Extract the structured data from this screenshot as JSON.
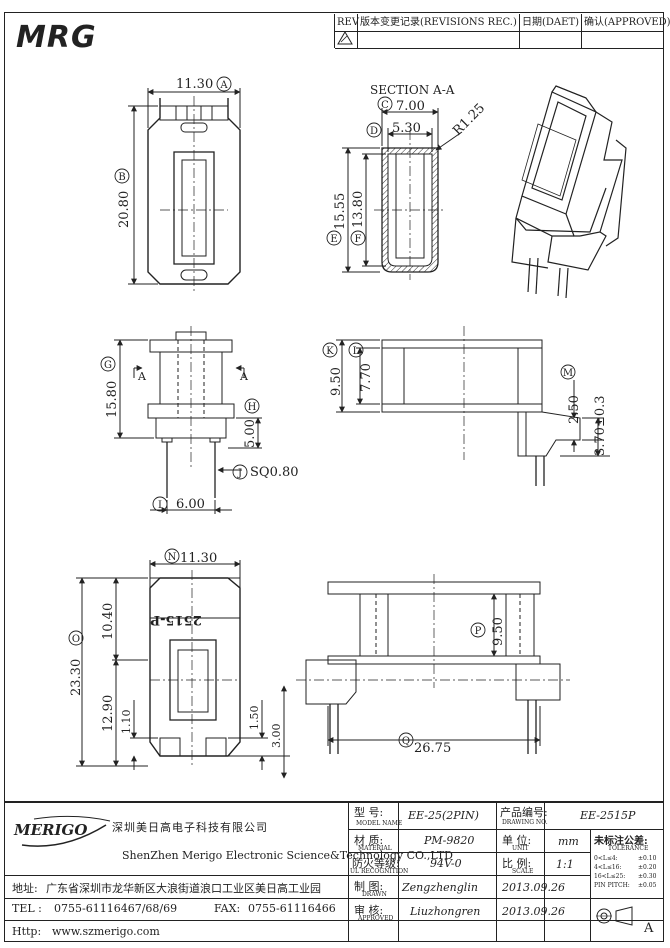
{
  "logo_text": "MRG",
  "revision_table": {
    "headers": {
      "rev": "REV",
      "record": "版本变更记录(REVISIONS REC.)",
      "date": "日期(DAET)",
      "approved": "确认(APPROVED)"
    }
  },
  "section_title": "SECTION A-A",
  "part_marking": "2515-P",
  "dimensions": {
    "A": "11.30",
    "B": "20.80",
    "C": "7.00",
    "D": "5.30",
    "R": "R1.25",
    "E": "13.80",
    "F": "15.55",
    "G": "15.80",
    "H": "5.00",
    "I": "6.00",
    "J": "SQ0.80",
    "K": "9.50",
    "L": "7.70",
    "M": "2.50",
    "M2": "3.70±0.3",
    "N": "11.30",
    "O": "23.30",
    "O_upper": "10.40",
    "O_lower": "12.90",
    "small_a": "1.10",
    "small_b": "1.50",
    "small_c": "3.00",
    "P": "9.50",
    "Q": "26.75"
  },
  "section_markers": {
    "left": "A",
    "right": "A"
  },
  "title_block": {
    "company_logo": "MERIGO",
    "company_cn": "深圳美日高电子科技有限公司",
    "company_en": "ShenZhen Merigo Electronic Science&Technology CO.,LTD",
    "address_label": "地址:",
    "address": "广东省深圳市龙华新区大浪街道浪口工业区美日高工业园",
    "tel_label": "TEL :",
    "tel": "0755-61116467/68/69",
    "fax_label": "FAX:",
    "fax": "0755-61116466",
    "http_label": "Http:",
    "website": "www.szmerigo.com",
    "model_label_cn": "型 号:",
    "model_label_en": "MODEL NAME",
    "model": "EE-25(2PIN)",
    "drawing_no_label_cn": "产品编号:",
    "drawing_no_label_en": "DRAWING NO.",
    "drawing_no": "EE-2515P",
    "material_label_cn": "材 质:",
    "material_label_en": "MATERIAL",
    "material": "PM-9820",
    "unit_label_cn": "单 位:",
    "unit_label_en": "UNIT",
    "unit": "mm",
    "flammability_label_cn": "防火等级:",
    "flammability_label_en": "UL RECOGNITION",
    "flammability": "94V-0",
    "scale_label_cn": "比 例:",
    "scale_label_en": "SCALE",
    "scale": "1:1",
    "drawn_label_cn": "制 图:",
    "drawn_label_en": "DRAWN",
    "drawn_by": "Zengzhenglin",
    "drawn_date": "2013.09.26",
    "approved_label_cn": "审 核:",
    "approved_label_en": "APPROVED",
    "approved_by": "Liuzhongren",
    "approved_date": "2013.09.26",
    "tolerance_title": "未标注公差:",
    "tolerance_en": "TOLERANCE",
    "tolerance_rows": [
      {
        "range": "0<L≤4:",
        "value": "±0.10"
      },
      {
        "range": "4<L≤16:",
        "value": "±0.20"
      },
      {
        "range": "16<L≤25:",
        "value": "±0.30"
      },
      {
        "range": "PIN PITCH:",
        "value": "±0.05"
      }
    ],
    "sheet_letter": "A"
  }
}
